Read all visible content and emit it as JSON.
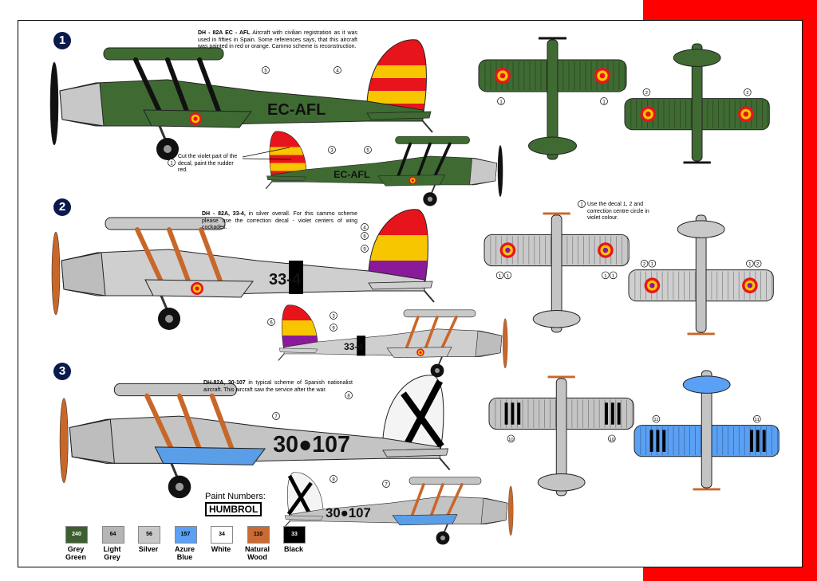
{
  "schemes": [
    {
      "number": "1",
      "title": "DH - 82A EC - AFL",
      "description": "Aircraft with civilian registration as it was used in fifties in Spain. Some references says, that this aircraft was painted in red or orange. Cammo scheme is reconstruction.",
      "registration": "EC-AFL",
      "colors": {
        "body": "#3f6b33",
        "cowl": "#c8c8c8",
        "wing": "#3f6b33",
        "strut": "#111111",
        "rudder": [
          "#e8141c",
          "#e8141c",
          "#f7c600",
          "#e8141c",
          "#f7c600",
          "#e8141c"
        ],
        "underwing": "#3f6b33",
        "reg": "#111111",
        "top_wing": "#3f6b33"
      },
      "callouts_side": [
        "5",
        "4"
      ],
      "callouts_small": [
        "3",
        "5"
      ],
      "callouts_top": [
        "1",
        "1"
      ],
      "callouts_bottom": [
        "2",
        "2"
      ]
    },
    {
      "number": "2",
      "title": "DH - 82A, 33-4,",
      "description": "in silver overall. For this cammo scheme please use the correction decal - violet centers of wing cockades.",
      "registration": "33-4",
      "colors": {
        "body": "#cfcfcf",
        "cowl": "#bdbdbd",
        "wing": "#bdbdbd",
        "strut": "#c8672a",
        "rudder": [
          "#e8141c",
          "#e8141c",
          "#f7c600",
          "#f7c600",
          "#8a1a9b",
          "#8a1a9b"
        ],
        "underwing": "#cfcfcf",
        "reg": "#111111",
        "top_wing": "#c9c9c9"
      },
      "callouts_side": [
        "4",
        "6",
        "9"
      ],
      "callouts_small": [
        "6",
        "3",
        "9"
      ],
      "callouts_top": [
        "1",
        "1",
        "1",
        "1"
      ],
      "callouts_bottom": [
        "2",
        "1",
        "1",
        "2"
      ]
    },
    {
      "number": "3",
      "title": "DH-82A, 30-107",
      "description": "in typical scheme of Spanish nationalist aircraft. This aircraft saw the service after the war.",
      "registration": "30●107",
      "colors": {
        "body": "#c4c4c4",
        "cowl": "#bdbdbd",
        "wing": "#5a9ee8",
        "strut": "#c8672a",
        "rudder": [
          "#f4f4f4",
          "#f4f4f4",
          "#f4f4f4",
          "#f4f4f4",
          "#f4f4f4",
          "#f4f4f4"
        ],
        "underwing": "#5a9ee8",
        "reg": "#111111",
        "top_wing": "#c4c4c4"
      },
      "callouts_side": [
        "8",
        "7"
      ],
      "callouts_small": [
        "8",
        "7"
      ],
      "callouts_top": [
        "10",
        "10"
      ],
      "callouts_bottom": [
        "11",
        "11"
      ]
    }
  ],
  "notes": {
    "violet_cut": "Cut the violet part of the decal, paint the rudder red.",
    "violet_cut_marker": "1",
    "decal_correction": "Use the decal 1, 2 and correction centre circle in violet colour.",
    "decal_correction_marker": "1"
  },
  "paint": {
    "title": "Paint Numbers:",
    "brand": "HUMBROL",
    "swatches": [
      {
        "code": "240",
        "name1": "Grey",
        "name2": "Green",
        "color": "#3d5e30",
        "text": "#ffffff"
      },
      {
        "code": "64",
        "name1": "Light",
        "name2": "Grey",
        "color": "#b5b5b5",
        "text": "#000000"
      },
      {
        "code": "56",
        "name1": "Silver",
        "name2": "",
        "color": "#c8c8c8",
        "text": "#000000"
      },
      {
        "code": "157",
        "name1": "Azure",
        "name2": "Blue",
        "color": "#5aa0f5",
        "text": "#000000"
      },
      {
        "code": "34",
        "name1": "White",
        "name2": "",
        "color": "#ffffff",
        "text": "#000000"
      },
      {
        "code": "110",
        "name1": "Natural",
        "name2": "Wood",
        "color": "#cc6a33",
        "text": "#000000"
      },
      {
        "code": "33",
        "name1": "Black",
        "name2": "",
        "color": "#000000",
        "text": "#ffffff"
      }
    ]
  }
}
